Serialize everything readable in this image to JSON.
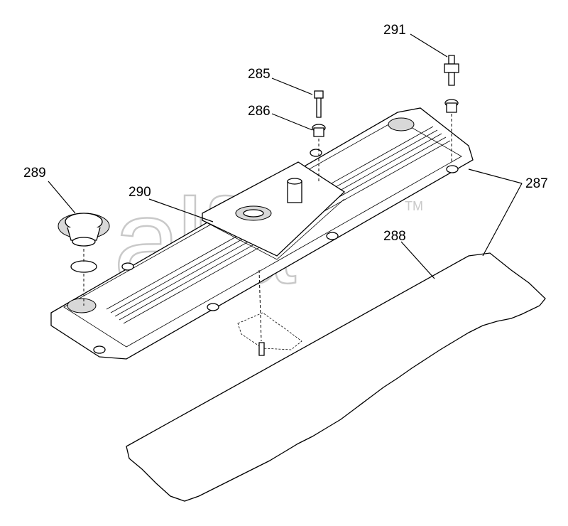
{
  "watermark": {
    "text": "alfa",
    "mark": "TM"
  },
  "callouts": {
    "p285": "285",
    "p286": "286",
    "p287": "287",
    "p288": "288",
    "p289": "289",
    "p290": "290",
    "p291": "291"
  }
}
